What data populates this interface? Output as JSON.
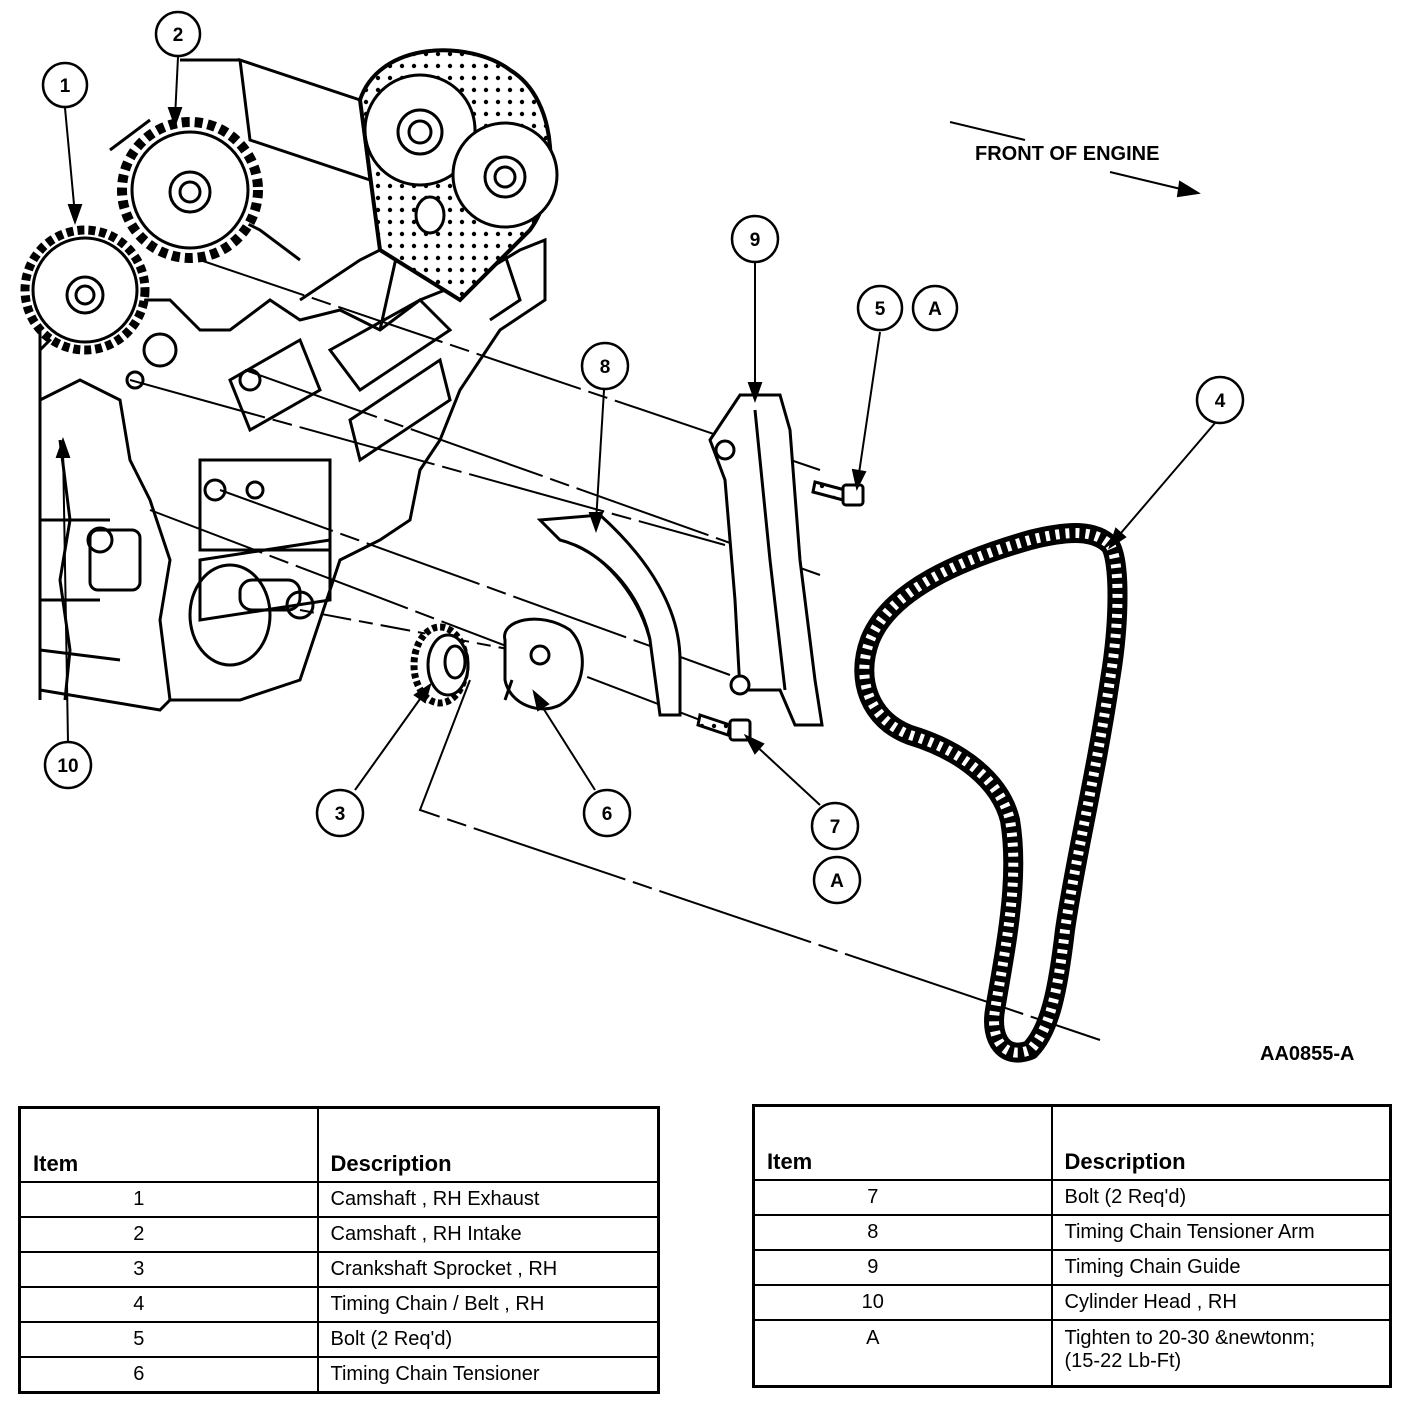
{
  "diagram": {
    "front_label": "FRONT OF ENGINE",
    "figure_id": "AA0855-A",
    "callouts": [
      "1",
      "2",
      "3",
      "4",
      "5",
      "6",
      "7",
      "8",
      "9",
      "10",
      "A",
      "A"
    ]
  },
  "legend_left": {
    "headers": {
      "item": "Item",
      "description": "Description"
    },
    "rows": [
      {
        "item": "1",
        "description": "Camshaft , RH Exhaust"
      },
      {
        "item": "2",
        "description": "Camshaft , RH Intake"
      },
      {
        "item": "3",
        "description": "Crankshaft Sprocket , RH"
      },
      {
        "item": "4",
        "description": "Timing Chain / Belt , RH"
      },
      {
        "item": "5",
        "description": "Bolt (2 Req'd)"
      },
      {
        "item": "6",
        "description": "Timing Chain Tensioner"
      }
    ]
  },
  "legend_right": {
    "headers": {
      "item": "Item",
      "description": "Description"
    },
    "rows": [
      {
        "item": "7",
        "description": "Bolt (2 Req'd)"
      },
      {
        "item": "8",
        "description": "Timing Chain Tensioner Arm"
      },
      {
        "item": "9",
        "description": "Timing Chain Guide"
      },
      {
        "item": "10",
        "description": "Cylinder Head , RH"
      },
      {
        "item": "A",
        "description": "Tighten to 20-30 &newtonm;",
        "description_line2": "(15-22 Lb-Ft)"
      }
    ]
  }
}
